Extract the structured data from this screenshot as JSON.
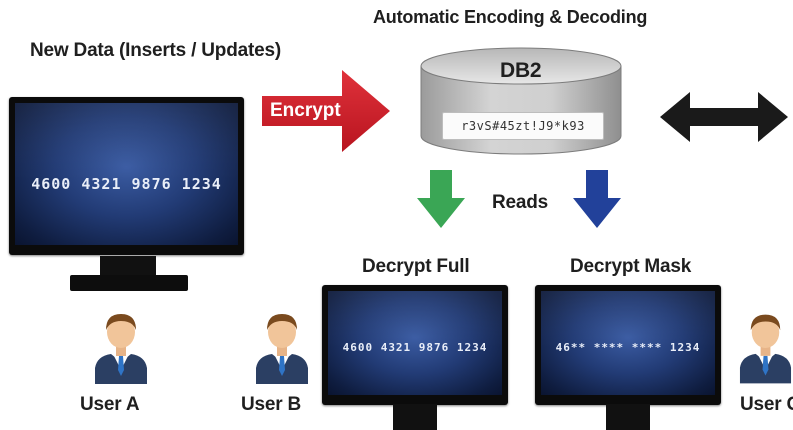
{
  "header": {
    "title": "Automatic Encoding & Decoding"
  },
  "source": {
    "title": "New Data (Inserts / Updates)"
  },
  "actions": {
    "encrypt": "Encrypt",
    "reads": "Reads"
  },
  "database": {
    "name": "DB2",
    "cipher_text": "r3vS#45zt!J9*k93"
  },
  "monitors": {
    "a": {
      "text": "4600 4321 9876 1234"
    },
    "full": {
      "label": "Decrypt Full",
      "text": "4600 4321 9876 1234"
    },
    "mask": {
      "label": "Decrypt Mask",
      "text": "46** **** **** 1234"
    }
  },
  "users": {
    "a": "User A",
    "b": "User B",
    "c": "User C"
  },
  "colors": {
    "encrypt_arrow": "#cf1f2a",
    "read_full_arrow": "#3aa655",
    "read_mask_arrow": "#22419a",
    "bidirectional_arrow": "#1a1a1a",
    "screen": "#223b75"
  },
  "icons": {
    "encrypt": "right-arrow-icon",
    "read_full": "down-arrow-icon",
    "read_mask": "down-arrow-icon",
    "sync": "double-arrow-icon",
    "database": "database-cylinder-icon",
    "user": "businessman-avatar-icon"
  }
}
